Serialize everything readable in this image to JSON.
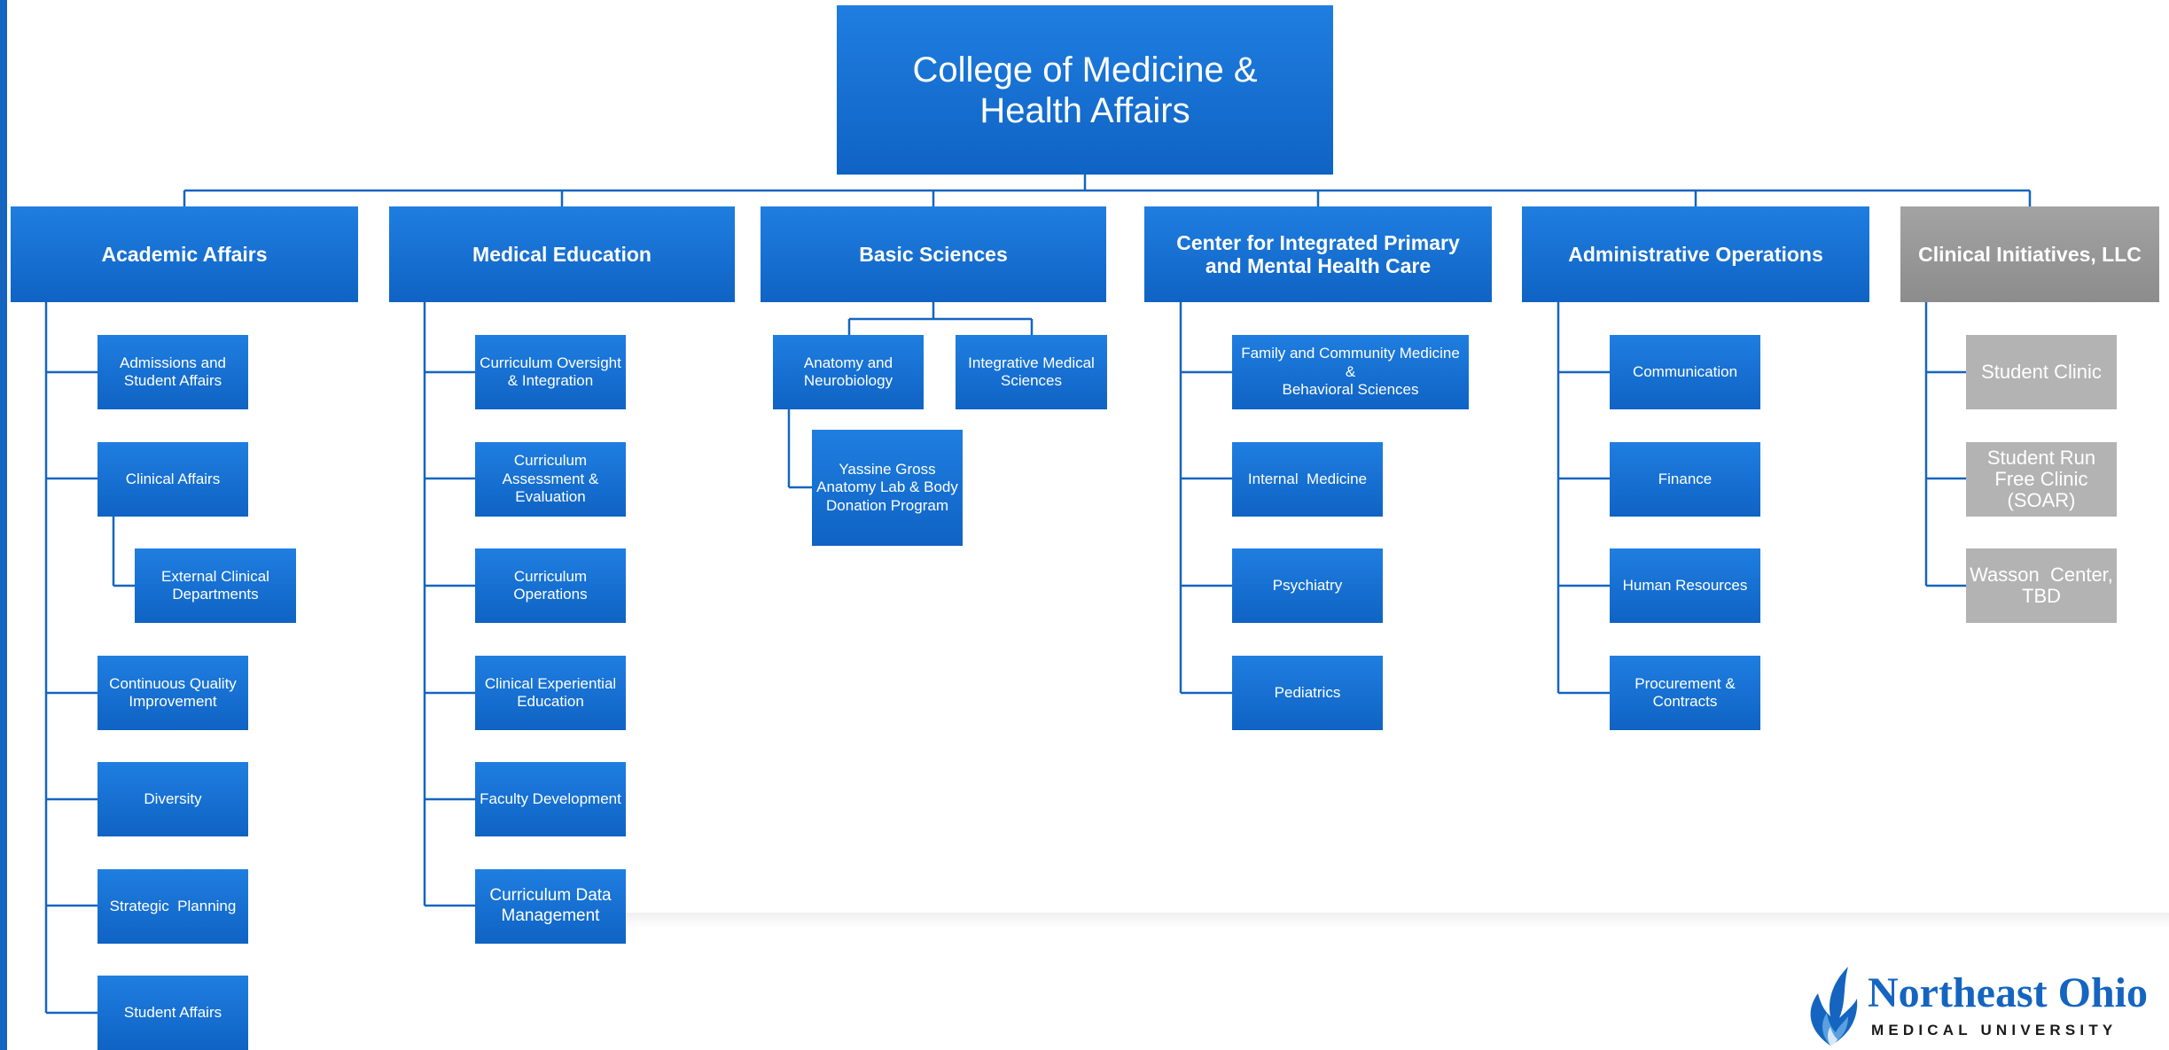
{
  "root": {
    "label": "College of Medicine &\nHealth Affairs"
  },
  "departments": [
    {
      "label": "Academic Affairs",
      "children": [
        "Admissions and\nStudent Affairs",
        "Clinical Affairs",
        "Continuous Quality\nImprovement",
        "Diversity",
        "Strategic  Planning",
        "Student Affairs"
      ],
      "nested": {
        "parent": "Clinical Affairs",
        "children": [
          "External Clinical\nDepartments"
        ]
      }
    },
    {
      "label": "Medical Education",
      "children": [
        "Curriculum Oversight\n& Integration",
        "Curriculum\nAssessment &\nEvaluation",
        "Curriculum\nOperations",
        "Clinical Experiential\nEducation",
        "Faculty Development",
        "Curriculum Data\nManagement"
      ]
    },
    {
      "label": "Basic Sciences",
      "children": [
        "Anatomy and\nNeurobiology",
        "Integrative Medical\nSciences"
      ],
      "nested": {
        "parent": "Anatomy and\nNeurobiology",
        "children": [
          "Yassine Gross\nAnatomy Lab & Body\nDonation Program"
        ]
      }
    },
    {
      "label": "Center for Integrated Primary\nand  Mental Health Care",
      "children": [
        "Family and Community Medicine &\nBehavioral Sciences",
        "Internal  Medicine",
        "Psychiatry",
        "Pediatrics"
      ]
    },
    {
      "label": "Administrative  Operations",
      "children": [
        "Communication",
        "Finance",
        "Human Resources",
        "Procurement &\nContracts"
      ]
    },
    {
      "label": "Clinical Initiatives, LLC",
      "children": [
        "Student Clinic",
        "Student Run\nFree Clinic\n(SOAR)",
        "Wasson  Center,\nTBD"
      ]
    }
  ],
  "logo": {
    "name": "Northeast Ohio",
    "sub": "MEDICAL UNIVERSITY"
  },
  "colors": {
    "box_blue": "#1565c0",
    "line_blue": "#1565c0",
    "dept_gray": "#939393",
    "child_gray": "#b3b3b3"
  }
}
